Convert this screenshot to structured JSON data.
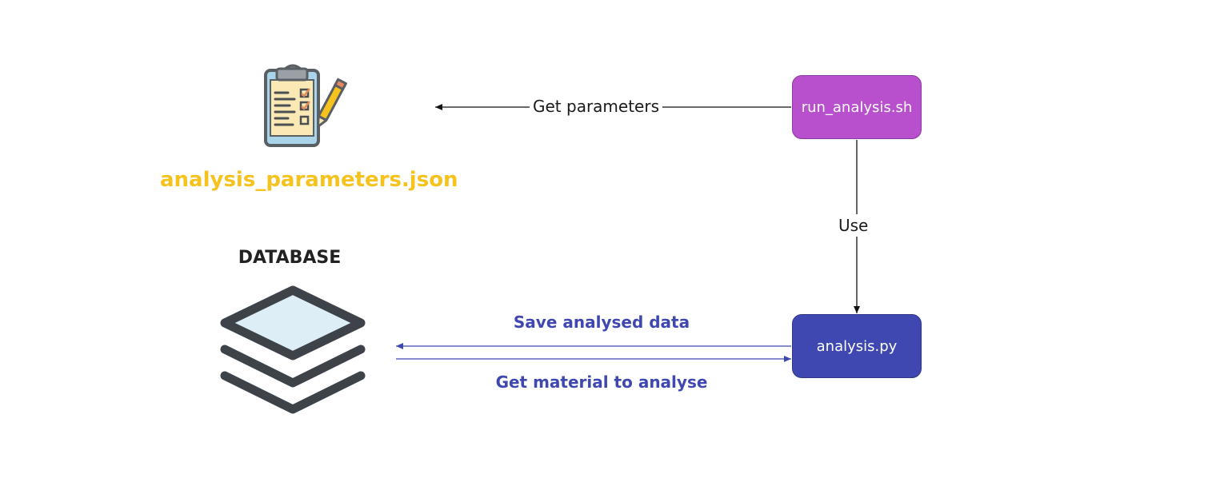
{
  "nodes": {
    "run_script": "run_analysis.sh",
    "analysis_script": "analysis.py"
  },
  "resources": {
    "parameters_file": "analysis_parameters.json",
    "database": "DATABASE"
  },
  "edges": {
    "get_parameters": "Get parameters",
    "use": "Use",
    "save_data": "Save analysed data",
    "get_material": "Get material to analyse"
  },
  "colors": {
    "run_node": "#b84fcc",
    "analysis_node": "#3f48b0",
    "json_label": "#f6c21d",
    "db_arrows": "#3f48b0"
  },
  "icons": {
    "parameters": "clipboard-checklist-icon",
    "database": "stacked-layers-icon"
  }
}
